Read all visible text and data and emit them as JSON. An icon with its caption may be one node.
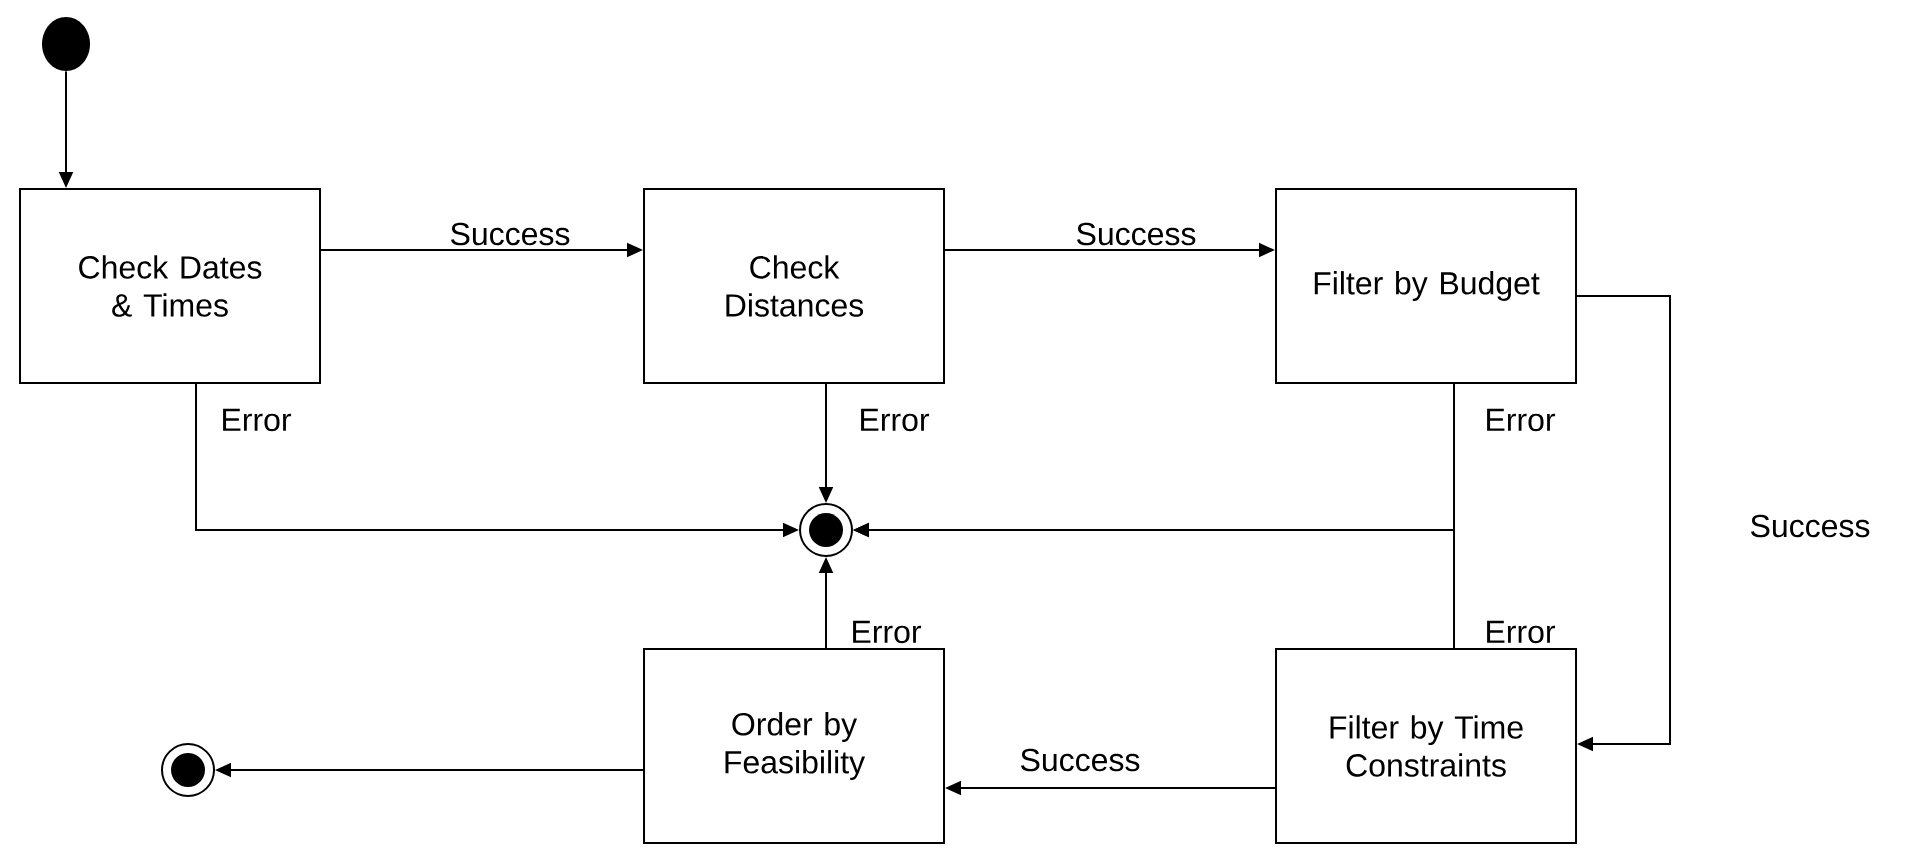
{
  "diagram": {
    "nodes": [
      {
        "text": [],
        "shape": "circle"
      },
      {
        "text": [
          "Check Dates & Times"
        ]
      },
      {
        "text": [
          "Check Distances"
        ]
      },
      {
        "text": [
          "Filter by Budget"
        ]
      },
      {
        "text": [],
        "shape": "bullseye"
      },
      {
        "text": [
          "Order by Feasibility"
        ]
      },
      {
        "text": [
          "Filter by Time Constraints"
        ]
      },
      {
        "text": [],
        "shape": "bullseye"
      }
    ],
    "edges": [
      {
        "from": 0,
        "to": 1,
        "arrow": "to"
      },
      {
        "from": 1,
        "to": 2,
        "arrow": "to",
        "label": "Success"
      },
      {
        "from": 2,
        "to": 3,
        "arrow": "to",
        "label": "Success"
      },
      {
        "from": 1,
        "to": 4,
        "arrow": "to",
        "label": "Error"
      },
      {
        "from": 2,
        "to": 4,
        "arrow": "to",
        "label": "Error"
      },
      {
        "from": 3,
        "to": 4,
        "arrow": "to",
        "label": "Error"
      },
      {
        "from": 3,
        "to": 6,
        "arrow": "to",
        "label": "Success"
      },
      {
        "from": 6,
        "to": 4,
        "arrow": "to",
        "label": "Error"
      },
      {
        "from": 6,
        "to": 5,
        "arrow": "to",
        "label": "Success"
      },
      {
        "from": 5,
        "to": 4,
        "arrow": "to",
        "label": "Error"
      },
      {
        "from": 5,
        "to": 7,
        "arrow": "to"
      }
    ]
  }
}
